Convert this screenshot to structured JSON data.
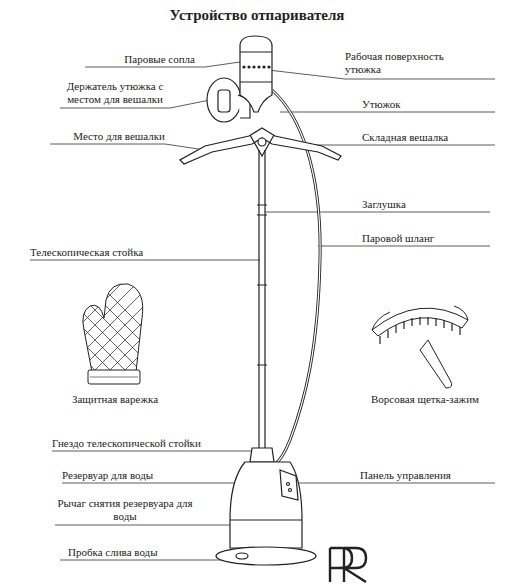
{
  "diagram": {
    "title": "Устройство отпаривателя",
    "labels": [
      "Паровые сопла",
      "Рабочая поверхность утюжка",
      "Держатель утюжка с местом для вешалки",
      "Утюжок",
      "Место для вешалки",
      "Складная вешалка",
      "Заглушка",
      "Телескопическая стойка",
      "Паровой шланг",
      "Защитная варежка",
      "Ворсовая щетка-зажим",
      "Гнездо телескопической стойки",
      "Резервуар для воды",
      "Панель управления",
      "Рычаг снятия резервуара для воды",
      "Пробка слива воды"
    ]
  }
}
